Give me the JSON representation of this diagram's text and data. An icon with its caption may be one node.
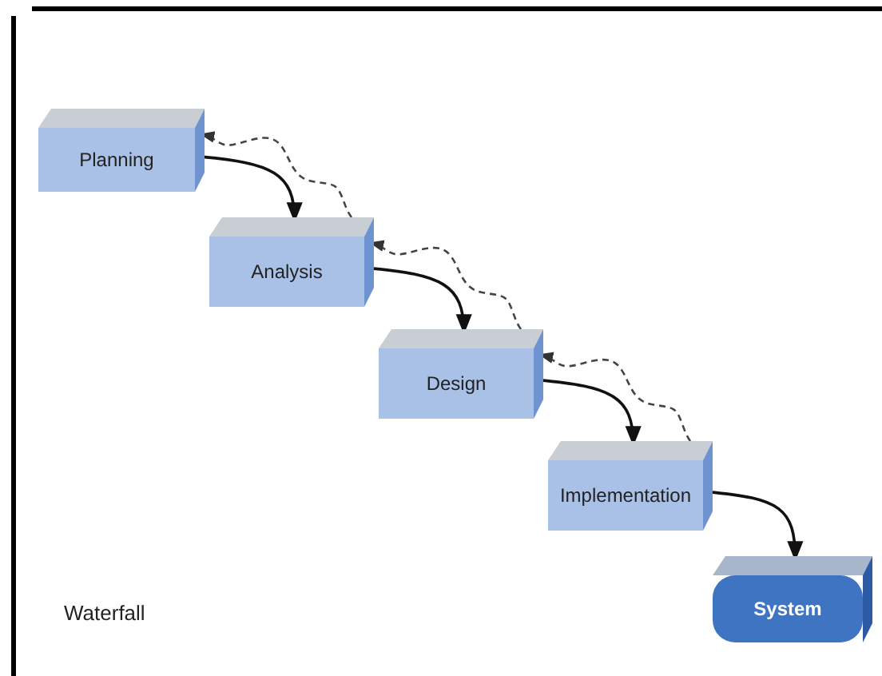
{
  "diagram": {
    "nodes": [
      {
        "text": [
          "Planning"
        ]
      },
      {
        "text": [
          "Analysis"
        ]
      },
      {
        "text": [
          "Design"
        ]
      },
      {
        "text": [
          "Implementation"
        ]
      },
      {
        "text": [
          "System"
        ]
      }
    ],
    "edges": [
      {
        "from": 0,
        "to": 1,
        "arrow": "to"
      },
      {
        "from": 1,
        "to": 0,
        "arrow": "to",
        "style": "dashed"
      },
      {
        "from": 1,
        "to": 2,
        "arrow": "to"
      },
      {
        "from": 2,
        "to": 1,
        "arrow": "to",
        "style": "dashed"
      },
      {
        "from": 2,
        "to": 3,
        "arrow": "to"
      },
      {
        "from": 3,
        "to": 2,
        "arrow": "to",
        "style": "dashed"
      },
      {
        "from": 3,
        "to": 4,
        "arrow": "to"
      }
    ],
    "labels": [
      "Waterfall"
    ]
  }
}
